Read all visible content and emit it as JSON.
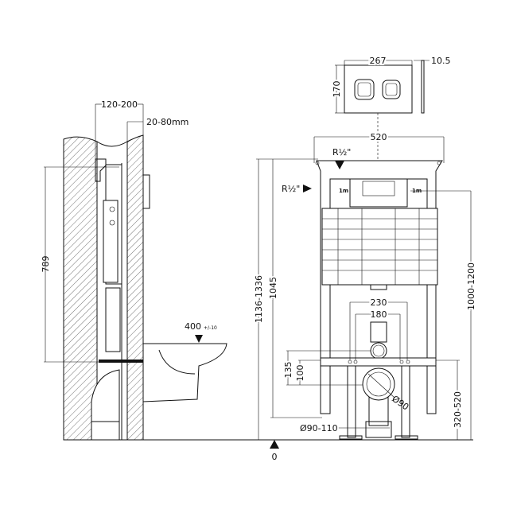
{
  "side_view": {
    "depth_range": "120-200",
    "wall_cover": "20-80mm",
    "height_789": "789",
    "seat_height": "400",
    "seat_tolerance": "+/-10"
  },
  "front_view": {
    "plate_width": "267",
    "plate_thickness": "10.5",
    "plate_height": "170",
    "frame_width": "520",
    "inlet_top": "R½\"",
    "inlet_side": "R½\"",
    "height_range": "1136-1336",
    "height_1045": "1045",
    "height_1000_1200": "1000-1200",
    "fix_230": "230",
    "fix_180": "180",
    "dim_135": "135",
    "dim_100": "100",
    "outlet_diameter": "Ø90",
    "drain_diameter": "Ø90-110",
    "waste_height": "320-520",
    "floor_level": "0",
    "valve_label": "1m"
  }
}
